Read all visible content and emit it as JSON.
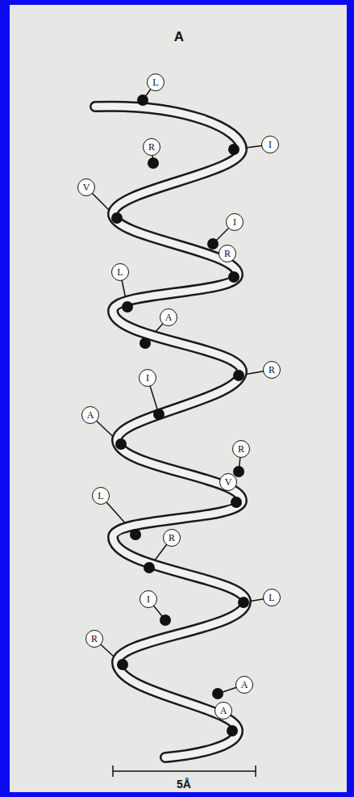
{
  "diagram": {
    "title": "A",
    "nodes": [
      {
        "text": [
          "L"
        ]
      },
      {
        "text": [
          "I"
        ]
      },
      {
        "text": [
          "R"
        ]
      },
      {
        "text": [
          "V"
        ]
      },
      {
        "text": [
          "I"
        ]
      },
      {
        "text": [
          "R"
        ]
      },
      {
        "text": [
          "L"
        ]
      },
      {
        "text": [
          "A"
        ]
      },
      {
        "text": [
          "R"
        ]
      },
      {
        "text": [
          "I"
        ]
      },
      {
        "text": [
          "A"
        ]
      },
      {
        "text": [
          "R"
        ]
      },
      {
        "text": [
          "V"
        ]
      },
      {
        "text": [
          "L"
        ]
      },
      {
        "text": [
          "R"
        ]
      },
      {
        "text": [
          "L"
        ]
      },
      {
        "text": [
          "I"
        ]
      },
      {
        "text": [
          "R"
        ]
      },
      {
        "text": [
          "A"
        ]
      },
      {
        "text": [
          "A"
        ]
      }
    ],
    "labels": [
      "5Å"
    ]
  }
}
